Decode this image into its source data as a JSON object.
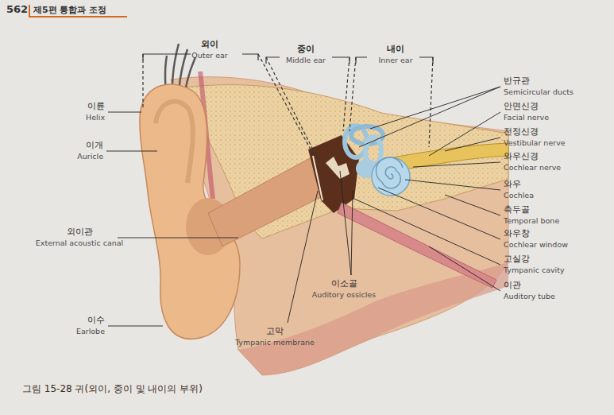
{
  "diagram": {
    "caption": "그림 15-28 귀(외이, 중이 및 내이의 부위)",
    "labels": [
      "562",
      "제5편 통합과 조정",
      "외이",
      "Outer ear",
      "중이",
      "Middle ear",
      "내이",
      "Inner ear",
      "이륜",
      "Helix",
      "이개",
      "Auricle",
      "외이관",
      "External acoustic canal",
      "이수",
      "Earlobe",
      "고막",
      "Tympanic membrane",
      "이소골",
      "Auditory ossicles",
      "반규관",
      "Semicircular ducts",
      "안면신경",
      "Facial nerve",
      "전정신경",
      "Vestibular nerve",
      "와우신경",
      "Cochlear nerve",
      "와우",
      "Cochlea",
      "측두골",
      "Temporal bone",
      "와우창",
      "Cochlear window",
      "고실강",
      "Tympanic cavity",
      "이관",
      "Auditory tube"
    ]
  }
}
